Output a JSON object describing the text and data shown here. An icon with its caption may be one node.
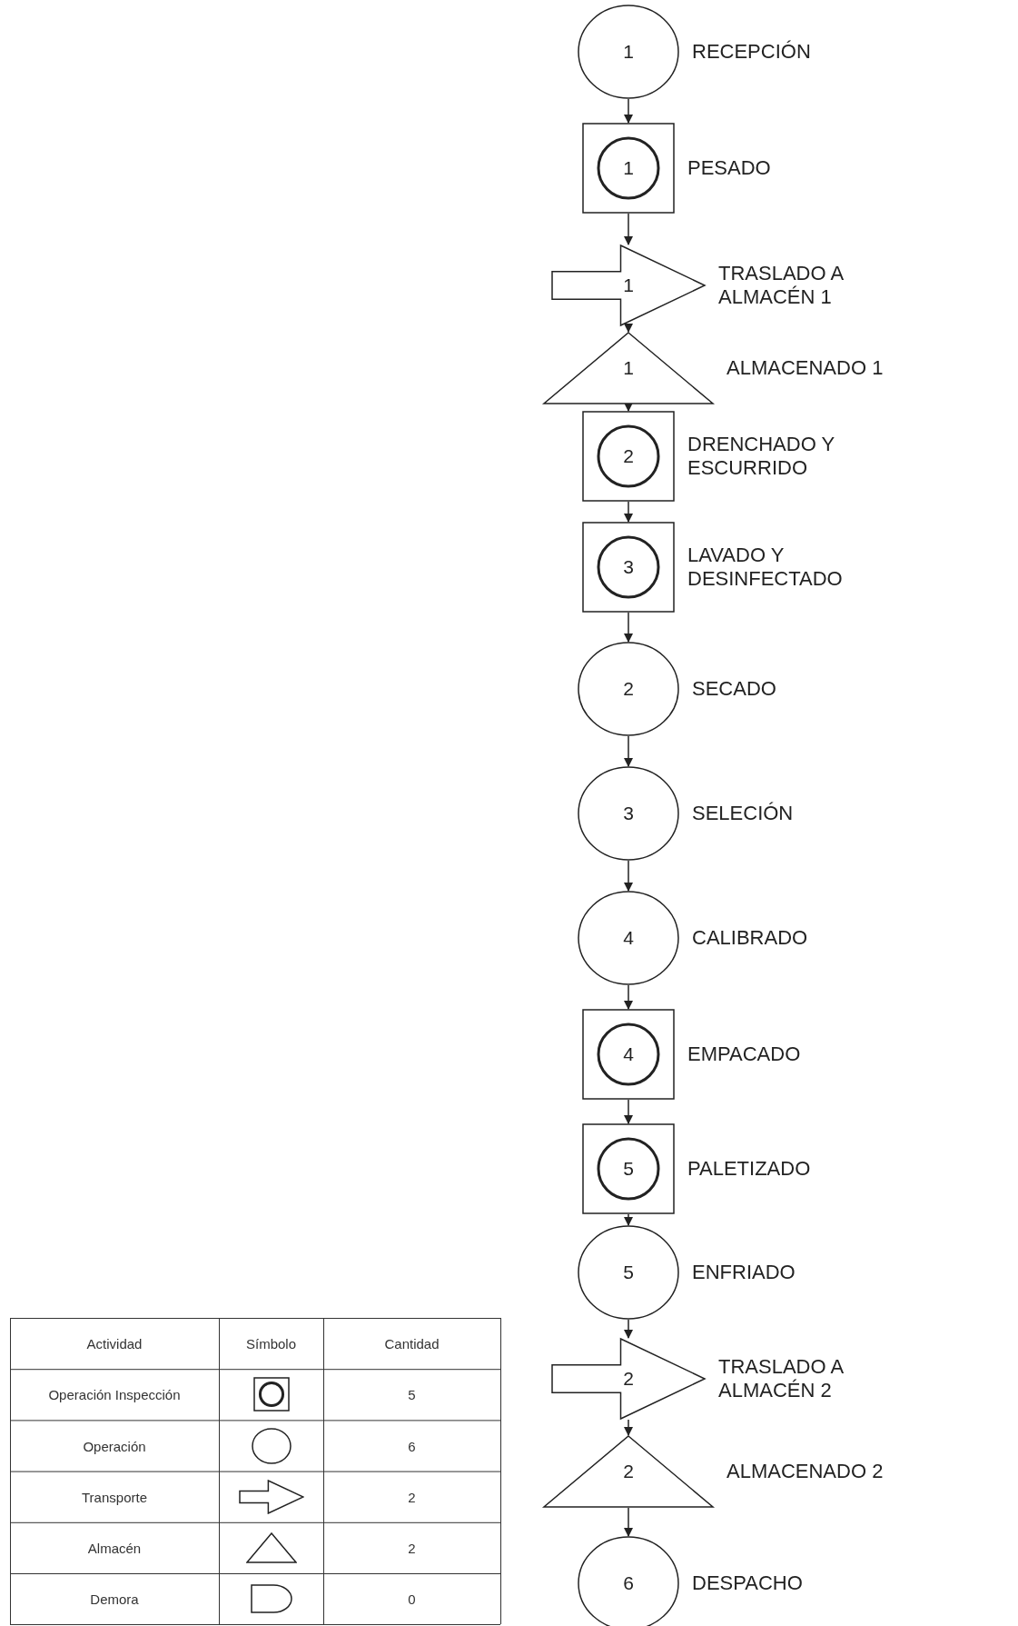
{
  "diagram": {
    "nodes": [
      {
        "text": [
          "1"
        ],
        "beside": [
          "RECEPCIÓN"
        ]
      },
      {
        "text": [
          "1"
        ],
        "beside": [
          "PESADO"
        ]
      },
      {
        "text": [
          "1"
        ],
        "beside": [
          "TRASLADO A ALMACÉN 1"
        ]
      },
      {
        "text": [
          "1"
        ],
        "beside": [
          "ALMACENADO 1"
        ]
      },
      {
        "text": [
          "2"
        ],
        "beside": [
          "DRENCHADO Y ESCURRIDO"
        ]
      },
      {
        "text": [
          "3"
        ],
        "beside": [
          "LAVADO Y DESINFECTADO"
        ]
      },
      {
        "text": [
          "2"
        ],
        "beside": [
          "SECADO"
        ]
      },
      {
        "text": [
          "3"
        ],
        "beside": [
          "SELECIÓN"
        ]
      },
      {
        "text": [
          "4"
        ],
        "beside": [
          "CALIBRADO"
        ]
      },
      {
        "text": [
          "4"
        ],
        "beside": [
          "EMPACADO"
        ]
      },
      {
        "text": [
          "5"
        ],
        "beside": [
          "PALETIZADO"
        ]
      },
      {
        "text": [
          "5"
        ],
        "beside": [
          "ENFRIADO"
        ]
      },
      {
        "text": [
          "2"
        ],
        "beside": [
          "TRASLADO A ALMACÉN 2"
        ]
      },
      {
        "text": [
          "2"
        ],
        "beside": [
          "ALMACENADO 2"
        ]
      },
      {
        "text": [
          "6"
        ],
        "beside": [
          "DESPACHO"
        ]
      }
    ],
    "edges": [
      {
        "from": 0,
        "to": 1,
        "arrow": "to"
      },
      {
        "from": 1,
        "to": 2,
        "arrow": "to"
      },
      {
        "from": 2,
        "to": 3,
        "arrow": "to"
      },
      {
        "from": 3,
        "to": 4,
        "arrow": "to"
      },
      {
        "from": 4,
        "to": 5,
        "arrow": "to"
      },
      {
        "from": 5,
        "to": 6,
        "arrow": "to"
      },
      {
        "from": 6,
        "to": 7,
        "arrow": "to"
      },
      {
        "from": 7,
        "to": 8,
        "arrow": "to"
      },
      {
        "from": 8,
        "to": 9,
        "arrow": "to"
      },
      {
        "from": 9,
        "to": 10,
        "arrow": "to"
      },
      {
        "from": 10,
        "to": 11,
        "arrow": "to"
      },
      {
        "from": 11,
        "to": 12,
        "arrow": "to"
      },
      {
        "from": 12,
        "to": 13,
        "arrow": "to"
      },
      {
        "from": 13,
        "to": 14,
        "arrow": "to"
      }
    ],
    "labels": [
      "Actividad",
      "Símbolo",
      "Cantidad",
      "Operación Inspección",
      "5",
      "Operación",
      "6",
      "Transporte",
      "2",
      "Almacén",
      "2",
      "Demora",
      "0"
    ]
  }
}
